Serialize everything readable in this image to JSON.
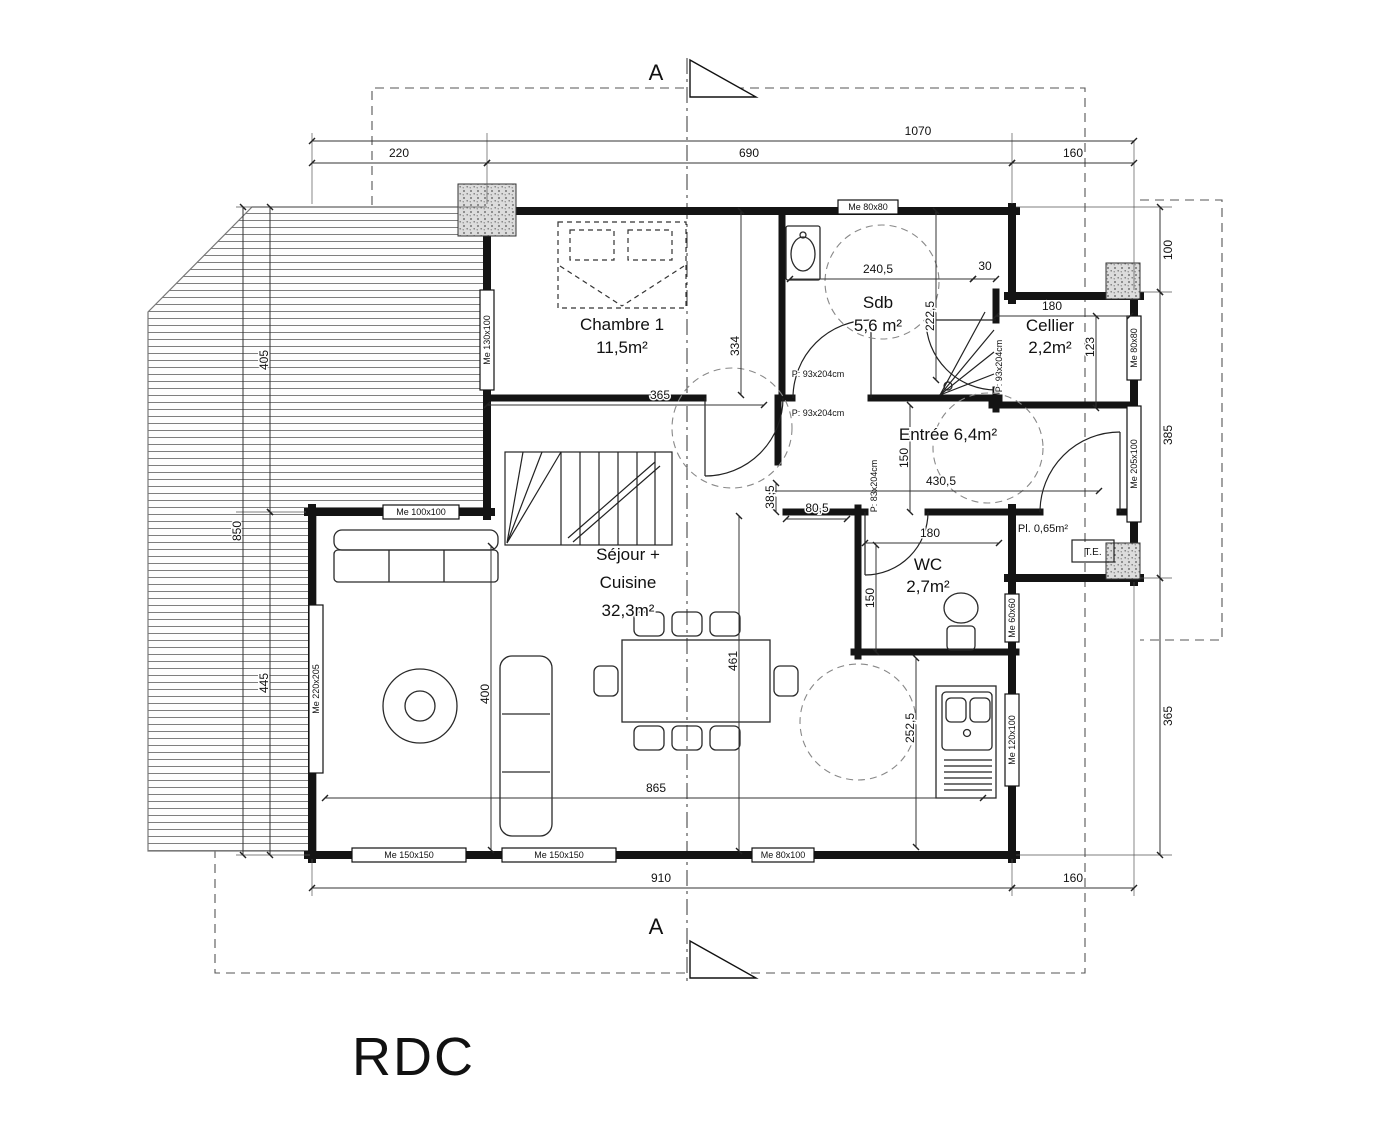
{
  "plan": {
    "title": "RDC",
    "section_marker_top": "A",
    "section_marker_bottom": "A"
  },
  "rooms": {
    "chambre": {
      "name": "Chambre 1",
      "area": "11,5m²"
    },
    "sdb": {
      "name": "Sdb",
      "area": "5,6 m²"
    },
    "cellier": {
      "name": "Cellier",
      "area": "2,2m²"
    },
    "entree": {
      "name": "Entrée 6,4m²"
    },
    "sejour": {
      "line1": "Séjour +",
      "line2": "Cuisine",
      "area": "32,3m²"
    },
    "wc": {
      "name": "WC",
      "area": "2,7m²"
    },
    "placard": {
      "name": "Pl. 0,65m²"
    },
    "tableau": {
      "name": "T.E."
    }
  },
  "dims": {
    "top_total": "1070",
    "top_left": "220",
    "top_mid": "690",
    "top_right": "160",
    "bottom_main": "910",
    "bottom_right": "160",
    "left_upper": "405",
    "left_total": "850",
    "left_lower": "445",
    "right_top": "100",
    "right_mid": "385",
    "right_low": "365",
    "chambre_w": "365",
    "chambre_h": "334",
    "sdb_w": "240,5",
    "sdb_s": "30",
    "sdb_h": "222,5",
    "cellier_w": "180",
    "cellier_h": "123",
    "entree_w": "430,5",
    "entree_h": "150",
    "hall_h": "38,5",
    "hall_w": "80,5",
    "wc_w": "180",
    "wc_h": "150",
    "sejour_h": "400",
    "mid_h": "461",
    "sejour_w": "865",
    "kitchen_h": "252,5"
  },
  "openings": {
    "win_top_sdb": "Me 80x80",
    "win_chambre": "Me 130x100",
    "win_step": "Me 100x100",
    "win_sejour": "Me 220x205",
    "win_bottom1": "Me 150x150",
    "win_bottom2": "Me 150x150",
    "win_bottom3": "Me 80x100",
    "win_kitchen": "Me 120x100",
    "win_wc": "Me 60x60",
    "win_entree": "Me 205x100",
    "win_cellier": "Me 80x80",
    "door_sdb": "P: 93x204cm",
    "door_chambre": "P: 93x204cm",
    "door_cellier": "P: 93x204cm",
    "door_wc": "P: 83x204cm"
  }
}
